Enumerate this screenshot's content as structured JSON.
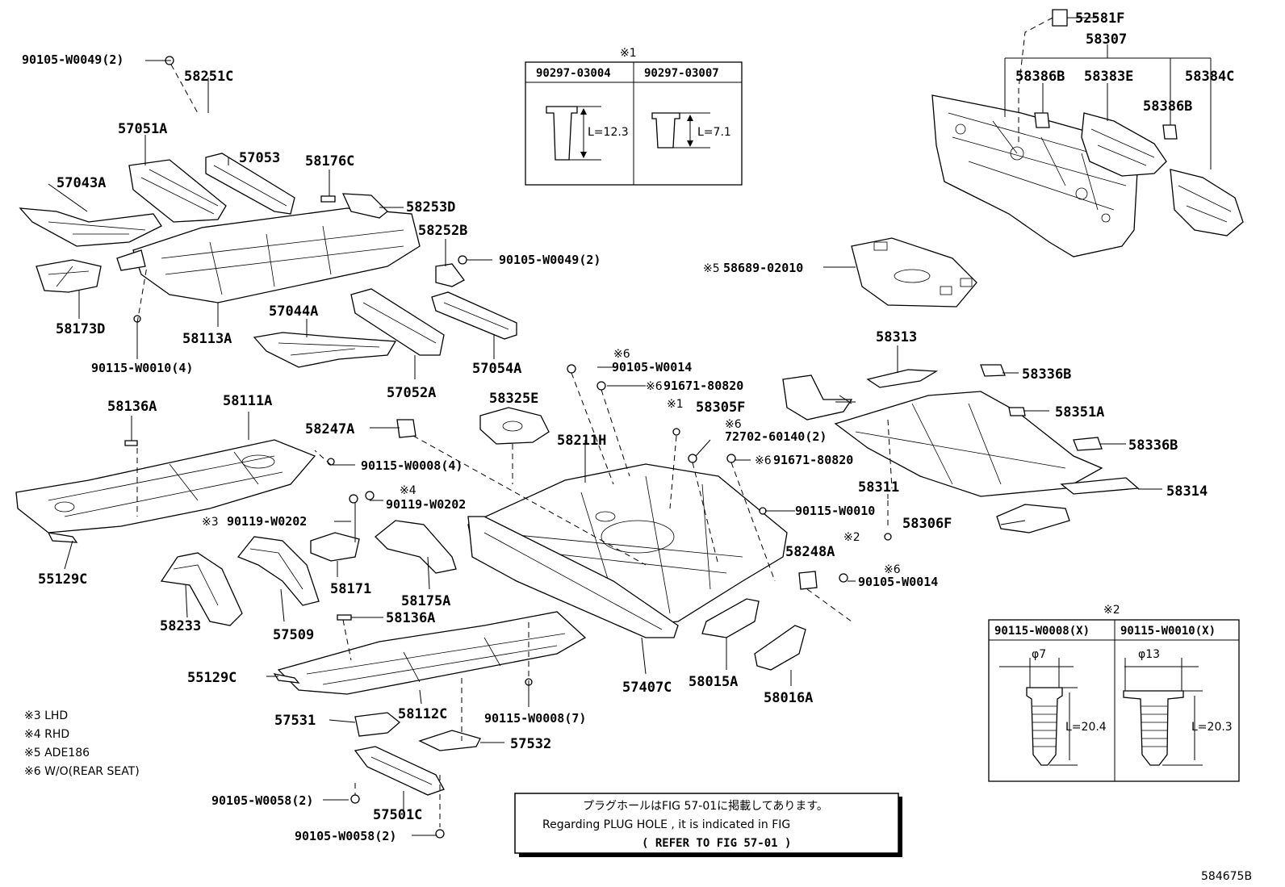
{
  "diagram": {
    "figure_id": "584675B",
    "labels": {
      "p52581F": "52581F",
      "p58307": "58307",
      "p58386B_a": "58386B",
      "p58383E": "58383E",
      "p58384C": "58384C",
      "p58386B_b": "58386B",
      "p90105W0049_a": "90105-W0049(2)",
      "p58251C": "58251C",
      "p57051A": "57051A",
      "p57053": "57053",
      "p58176C": "58176C",
      "p57043A": "57043A",
      "p58253D": "58253D",
      "p58252B": "58252B",
      "p90105W0049_b": "90105-W0049(2)",
      "p58173D": "58173D",
      "p58113A": "58113A",
      "p57044A": "57044A",
      "p90115W0010_4": "90115-W0010(4)",
      "p57052A": "57052A",
      "p57054A": "57054A",
      "p58689": "58689-02010",
      "p58313": "58313",
      "p58336B_a": "58336B",
      "p58351A": "58351A",
      "p58336B_b": "58336B",
      "p58314": "58314",
      "p58311": "58311",
      "p58306F": "58306F",
      "p90105W0014_a": "90105-W0014",
      "p91671_a": "91671-80820",
      "p58305F": "58305F",
      "p72702": "72702-60140(2)",
      "p91671_b": "91671-80820",
      "p90115W0010": "90115-W0010",
      "p58248A": "58248A",
      "p90105W0014_b": "90105-W0014",
      "p58136A_a": "58136A",
      "p58111A": "58111A",
      "p58247A": "58247A",
      "p90115W0008_4": "90115-W0008(4)",
      "p90119W0202_a": "90119-W0202",
      "p90119W0202_b": "90119-W0202",
      "p55129C_a": "55129C",
      "p58325E": "58325E",
      "p58211H": "58211H",
      "p58233": "58233",
      "p57509": "57509",
      "p58171": "58171",
      "p58175A": "58175A",
      "p58136A_b": "58136A",
      "p55129C_b": "55129C",
      "p57407C": "57407C",
      "p58015A": "58015A",
      "p58016A": "58016A",
      "p58112C": "58112C",
      "p57531": "57531",
      "p90115W0008_7": "90115-W0008(7)",
      "p57532": "57532",
      "p90105W0058_a": "90105-W0058(2)",
      "p57501C": "57501C",
      "p90105W0058_b": "90105-W0058(2)"
    },
    "marks": {
      "m1_top": "※1",
      "m1": "※1",
      "m2": "※2",
      "m2_box": "※2",
      "m3": "※3",
      "m4": "※4",
      "m5": "※5",
      "m6_a": "※6",
      "m6_b": "※6",
      "m6_c": "※6",
      "m6_d": "※6",
      "m6_e": "※6"
    },
    "clip_table": {
      "col1": "90297-03004",
      "col2": "90297-03007",
      "len1": "L=12.3",
      "len2": "L=7.1"
    },
    "fastener_table": {
      "col1": "90115-W0008(X)",
      "col2": "90115-W0010(X)",
      "dia1": "φ7",
      "dia2": "φ13",
      "len1": "L=20.4",
      "len2": "L=20.3"
    },
    "legend": [
      "※3 LHD",
      "※4 RHD",
      "※5 ADE186",
      "※6 W/O(REAR SEAT)"
    ],
    "note": {
      "line1": "プラグホールはFIG 57-01に掲載してあります。",
      "line2": "Regarding  PLUG HOLE , it is indicated in FIG",
      "line3": "( REFER TO FIG 57-01  )"
    }
  }
}
